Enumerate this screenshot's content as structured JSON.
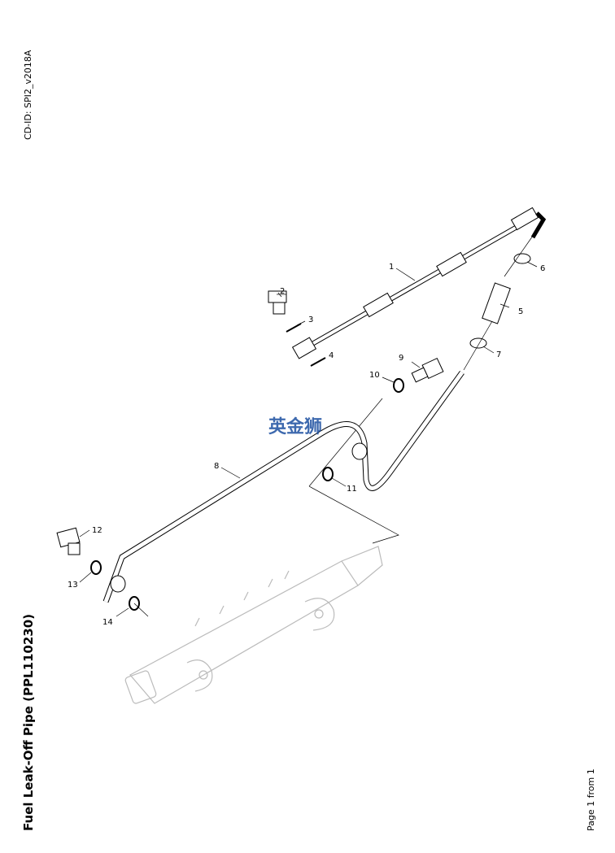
{
  "header": {
    "cd_id": "CD-ID: SPI2_v2018A"
  },
  "footer": {
    "title": "Fuel Leak-Off Pipe (PPL110230)",
    "page": "Page 1 from 1"
  },
  "watermark": {
    "text": "英金狮"
  },
  "callouts": [
    "1",
    "2",
    "3",
    "4",
    "5",
    "6",
    "7",
    "8",
    "9",
    "10",
    "11",
    "12",
    "13",
    "14"
  ]
}
